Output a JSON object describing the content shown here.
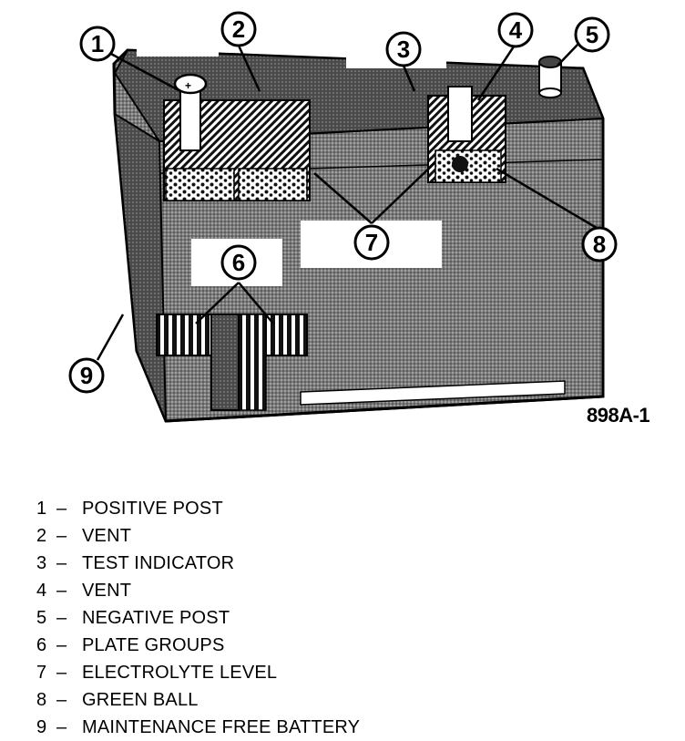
{
  "figure": {
    "code": "898A-1",
    "callouts": [
      "1",
      "2",
      "3",
      "4",
      "5",
      "6",
      "7",
      "8",
      "9"
    ]
  },
  "legend": [
    {
      "num": "1",
      "label": "POSITIVE POST"
    },
    {
      "num": "2",
      "label": "VENT"
    },
    {
      "num": "3",
      "label": "TEST INDICATOR"
    },
    {
      "num": "4",
      "label": "VENT"
    },
    {
      "num": "5",
      "label": "NEGATIVE POST"
    },
    {
      "num": "6",
      "label": "PLATE GROUPS"
    },
    {
      "num": "7",
      "label": "ELECTROLYTE LEVEL"
    },
    {
      "num": "8",
      "label": "GREEN BALL"
    },
    {
      "num": "9",
      "label": "MAINTENANCE FREE BATTERY"
    }
  ],
  "legend_separator": "–"
}
